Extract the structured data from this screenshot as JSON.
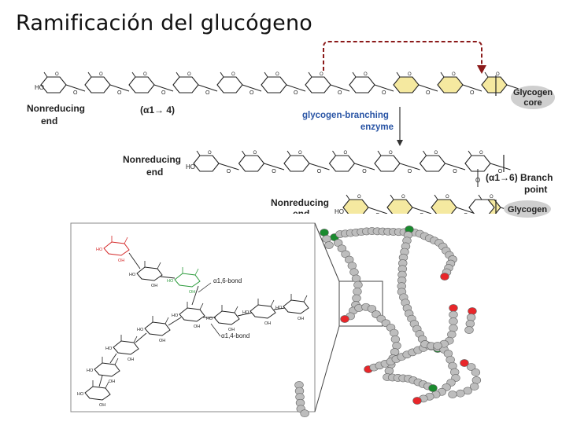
{
  "title": "Ramificación del glucógeno",
  "labels": {
    "nonreducing_top": [
      "Nonreducing",
      "end"
    ],
    "linkage_a14": "(α1→ 4)",
    "glycogen_core": [
      "Glycogen",
      "core"
    ],
    "enzyme": [
      "glycogen-branching",
      "enzyme"
    ],
    "nonreducing_mid": [
      "Nonreducing",
      "end"
    ],
    "branch_point": "(α1→6)  Branch",
    "branch_point_2": "point",
    "nonreducing_low": [
      "Nonreducing",
      "end"
    ],
    "glycogen_bottom": "Glycogen",
    "ho": "HO",
    "o": "O",
    "oh": "OH",
    "a16_bond": "α1,6-bond",
    "a14_bond": "α1,4-bond"
  },
  "colors": {
    "highlight_glucose": "#f5e9a0",
    "nonreducing_end_marker": "#e8262a",
    "branch_point_marker": "#1a8a2e",
    "glucose_unit": "#bdbdbd",
    "enzyme_text": "#2a55a5",
    "move_arrow": "#8b1a1a",
    "nonreducing_ring_red": "#d42828",
    "branch_ring_green": "#2a9a3a"
  },
  "rows": [
    {
      "id": "row-1",
      "highlighted_units": [
        8,
        9,
        10
      ]
    },
    {
      "id": "row-2",
      "highlighted_units": []
    },
    {
      "id": "row-3",
      "highlighted_units": [
        0,
        1,
        2,
        3
      ]
    }
  ]
}
